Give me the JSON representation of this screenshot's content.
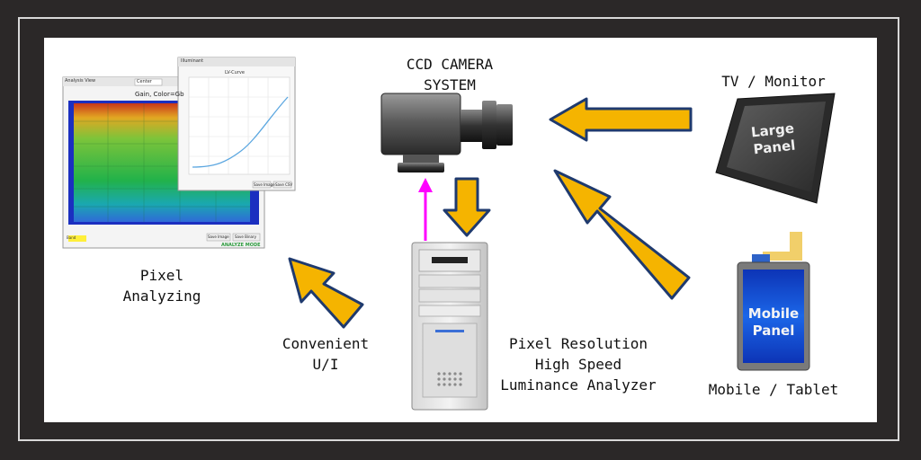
{
  "labels": {
    "camera_line1": "CCD CAMERA",
    "camera_line2": "SYSTEM",
    "tv": "TV / Monitor",
    "large_panel_line1": "Large",
    "large_panel_line2": "Panel",
    "mobile_panel_line1": "Mobile",
    "mobile_panel_line2": "Panel",
    "mobile_tablet": "Mobile / Tablet",
    "pixel_analyzing_line1": "Pixel",
    "pixel_analyzing_line2": "Analyzing",
    "convenient_line1": "Convenient",
    "convenient_line2": "U/I",
    "analyzer_line1": "Pixel Resolution",
    "analyzer_line2": "High Speed",
    "analyzer_line3": "Luminance Analyzer"
  },
  "screens": {
    "analysis_title": "Analysis View",
    "analysis_tab": "Center",
    "analysis_heading": "Gain, Color=Gb",
    "analysis_btn1": "Save Image",
    "analysis_btn2": "Save Binary",
    "analysis_mode": "ANALYZE MODE",
    "analysis_field_label": "Band",
    "curve_title": "Illuminant",
    "curve_heading": "LV-Curve",
    "curve_btn1": "Save Image",
    "curve_btn2": "Save CSV"
  },
  "colors": {
    "arrow_fill": "#f5b400",
    "arrow_stroke": "#1f3a6e",
    "magenta_arrow": "#ff00ff"
  }
}
